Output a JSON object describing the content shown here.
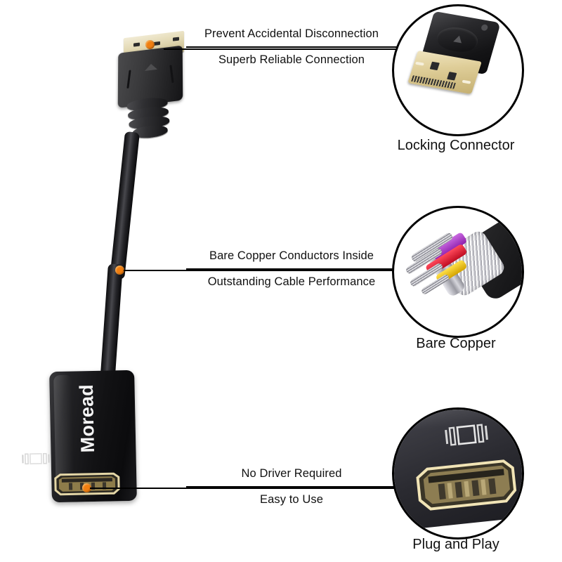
{
  "product": {
    "brand": "Moread",
    "type": "DisplayPort to HDMI adapter",
    "background_color": "#ffffff"
  },
  "colors": {
    "marker_dot": "#f07e10",
    "line": "#000000",
    "text": "#111111",
    "gold_contact": "#dfce99",
    "housing_black": "#141416"
  },
  "callouts": [
    {
      "id": "locking-connector",
      "line_top": "Prevent Accidental Disconnection",
      "line_bottom": "Superb Reliable Connection"
    },
    {
      "id": "bare-copper",
      "line_top": "Bare Copper Conductors Inside",
      "line_bottom": "Outstanding Cable Performance"
    },
    {
      "id": "plug-and-play",
      "line_top": "No Driver Required",
      "line_bottom": "Easy to Use"
    }
  ],
  "detail_bubbles": [
    {
      "id": "locking-connector",
      "caption": "Locking Connector",
      "depicts": "gold DisplayPort plug head with black locking housing"
    },
    {
      "id": "bare-copper",
      "caption": "Bare Copper",
      "depicts": "cutaway cable showing bare copper conductors, foil shield and colored insulation"
    },
    {
      "id": "plug-and-play",
      "caption": "Plug and Play",
      "depicts": "close-up of gold-plated HDMI female port with display icon"
    }
  ],
  "icons": {
    "display_icon": "display-monitor-icon",
    "hdmi_port": "hdmi-port-icon",
    "dp_plug": "displayport-plug-icon",
    "marker": "marker-dot-icon"
  }
}
